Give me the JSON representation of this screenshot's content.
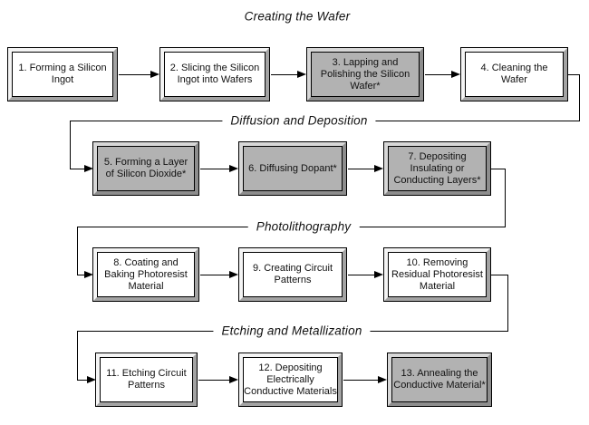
{
  "sections": [
    {
      "heading": "Creating the Wafer"
    },
    {
      "heading": "Diffusion and Deposition"
    },
    {
      "heading": "Photolithography"
    },
    {
      "heading": "Etching and Metallization"
    }
  ],
  "steps": [
    {
      "label": "1. Forming a Silicon\nIngot",
      "fill": "white"
    },
    {
      "label": "2. Slicing the Silicon\nIngot into Wafers",
      "fill": "white"
    },
    {
      "label": "3. Lapping and\nPolishing the Silicon\nWafer*",
      "fill": "gray"
    },
    {
      "label": "4. Cleaning the\nWafer",
      "fill": "white"
    },
    {
      "label": "5. Forming a Layer\nof Silicon Dioxide*",
      "fill": "gray"
    },
    {
      "label": "6. Diffusing Dopant*",
      "fill": "gray"
    },
    {
      "label": "7. Depositing\nInsulating or\nConducting Layers*",
      "fill": "gray"
    },
    {
      "label": "8. Coating and\nBaking Photoresist\nMaterial",
      "fill": "white"
    },
    {
      "label": "9. Creating Circuit\nPatterns",
      "fill": "white"
    },
    {
      "label": "10. Removing\nResidual Photoresist\nMaterial",
      "fill": "white"
    },
    {
      "label": "11. Etching Circuit\nPatterns",
      "fill": "white"
    },
    {
      "label": "12. Depositing\nElectrically\nConductive Materials",
      "fill": "white"
    },
    {
      "label": "13. Annealing the\nConductive Material*",
      "fill": "gray"
    }
  ],
  "colors": {
    "background": "#ffffff",
    "line": "#000000",
    "text": "#111111",
    "box_fill_white": "#ffffff",
    "box_fill_gray": "#b2b2b2",
    "bevel_light": "#f4f4f4",
    "bevel_dark": "#a3a3a3",
    "bevel_light_gray": "#d7d7d7",
    "bevel_dark_gray": "#8d8d8d"
  }
}
